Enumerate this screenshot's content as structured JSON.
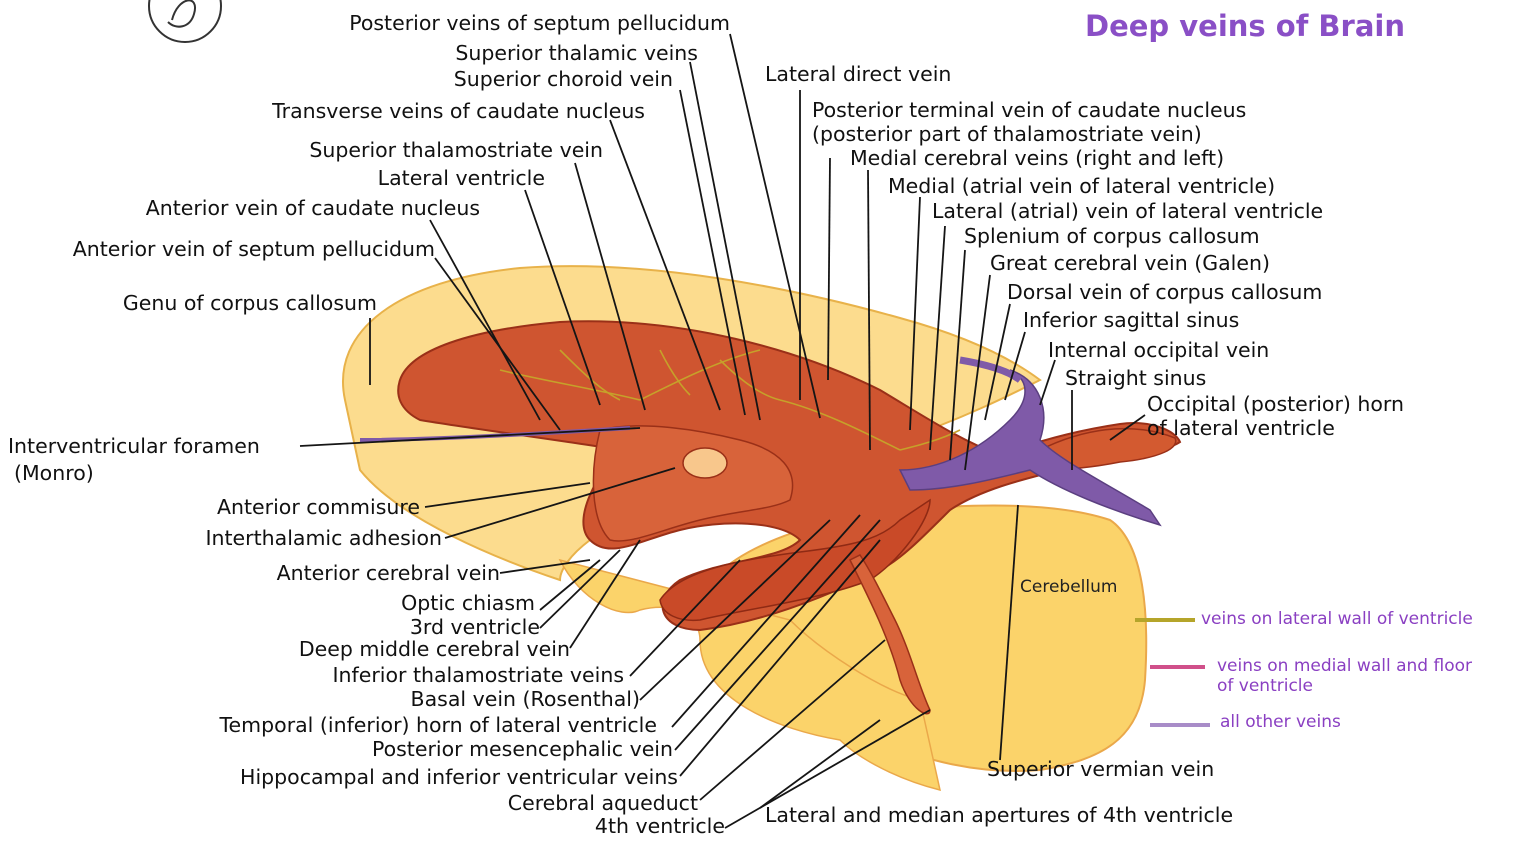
{
  "title": "Deep veins of Brain",
  "colors": {
    "title": "#8a4fc6",
    "legend_lateral_wall": "#b5a52a",
    "legend_medial_wall": "#d0508a",
    "legend_other": "#a88cc8",
    "ventricle_fill": "#cf5530",
    "brain_fill": "#fbd36a",
    "vein_purple": "#7f5aa8"
  },
  "labels": {
    "posterior_veins_septum": "Posterior veins of septum pellucidum",
    "superior_thalamic_veins": "Superior thalamic veins",
    "superior_choroid_vein": "Superior choroid vein",
    "transverse_veins_caudate": "Transverse veins of caudate nucleus",
    "superior_thalamostriate_vein": "Superior thalamostriate vein",
    "lateral_ventricle": "Lateral ventricle",
    "anterior_vein_caudate": "Anterior vein of caudate nucleus",
    "anterior_vein_septum": "Anterior vein of septum pellucidum",
    "genu_corpus_callosum": "Genu of corpus callosum",
    "interventricular_foramen_1": "Interventricular foramen",
    "interventricular_foramen_2": "(Monro)",
    "anterior_commisure": "Anterior commisure",
    "interthalamic_adhesion": "Interthalamic adhesion",
    "anterior_cerebral_vein": "Anterior cerebral vein",
    "optic_chiasm": "Optic chiasm",
    "third_ventricle": "3rd ventricle",
    "deep_middle_cerebral_vein": "Deep middle cerebral vein",
    "inferior_thalamostriate_veins": "Inferior thalamostriate veins",
    "basal_vein": "Basal vein (Rosenthal)",
    "temporal_horn": "Temporal (inferior) horn of lateral ventricle",
    "posterior_mesencephalic_vein": "Posterior mesencephalic vein",
    "hippocampal_veins": "Hippocampal and inferior ventricular veins",
    "cerebral_aqueduct": "Cerebral aqueduct",
    "fourth_ventricle": "4th ventricle",
    "lateral_direct_vein": "Lateral direct vein",
    "posterior_terminal_vein_1": "Posterior terminal vein of caudate nucleus",
    "posterior_terminal_vein_2": "(posterior part of thalamostriate vein)",
    "medial_cerebral_veins": "Medial cerebral veins (right and left)",
    "medial_atrial_vein": "Medial (atrial vein of lateral ventricle)",
    "lateral_atrial_vein": "Lateral (atrial) vein of lateral ventricle",
    "splenium": "Splenium of corpus callosum",
    "great_cerebral_vein": "Great cerebral vein (Galen)",
    "dorsal_vein_cc": "Dorsal vein of corpus callosum",
    "inferior_sagittal_sinus": "Inferior sagittal sinus",
    "internal_occipital_vein": "Internal occipital vein",
    "straight_sinus": "Straight sinus",
    "occipital_horn_1": "Occipital (posterior) horn",
    "occipital_horn_2": "of lateral ventricle",
    "cerebellum": "Cerebellum",
    "superior_vermian_vein": "Superior vermian vein",
    "lateral_median_apertures": "Lateral and median apertures of 4th ventricle"
  },
  "legend": {
    "lateral_wall": "veins on lateral wall of ventricle",
    "medial_wall_1": "veins on medial wall and floor",
    "medial_wall_2": "of ventricle",
    "other": "all other veins"
  }
}
